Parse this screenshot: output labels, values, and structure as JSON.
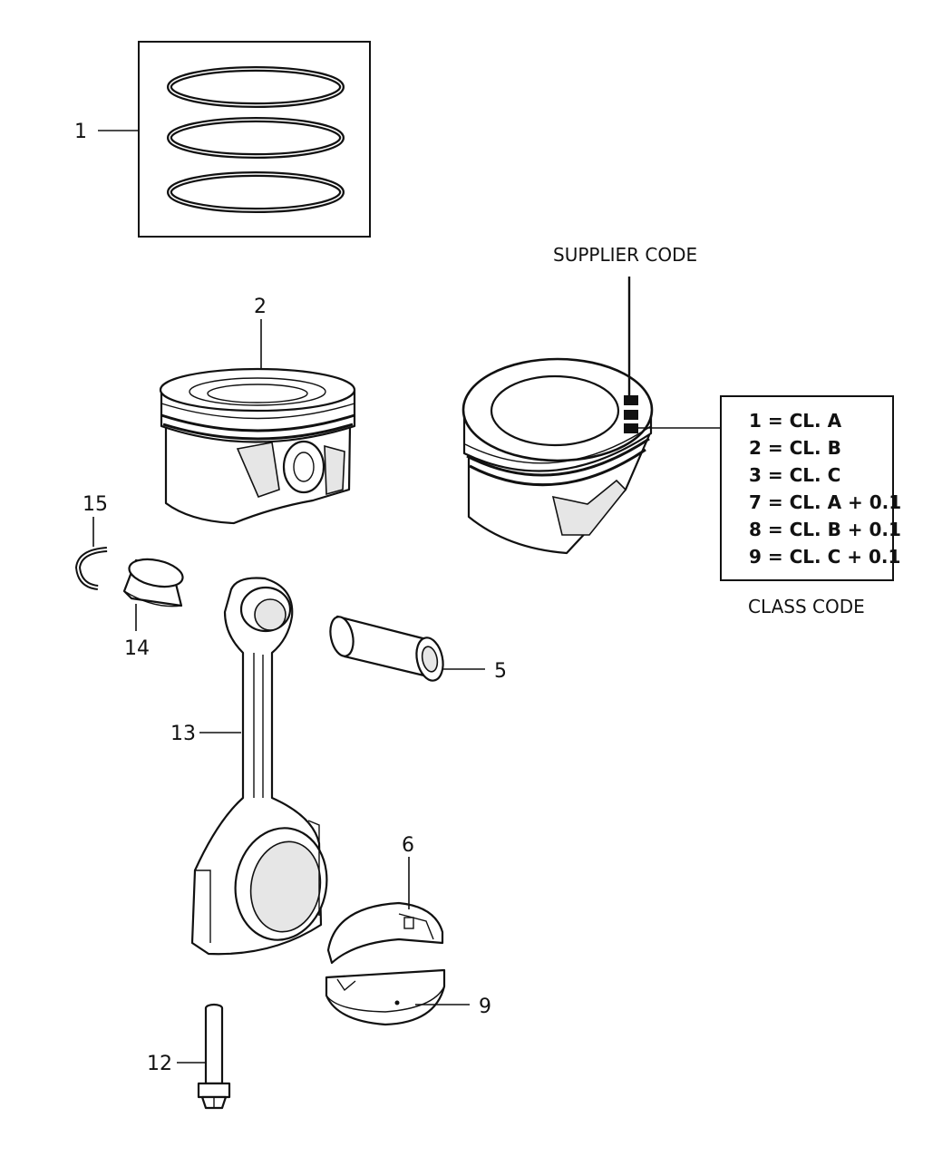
{
  "callouts": {
    "c1": "1",
    "c2": "2",
    "c5": "5",
    "c6": "6",
    "c9": "9",
    "c12": "12",
    "c13": "13",
    "c14": "14",
    "c15": "15"
  },
  "supplier_code_label": "SUPPLIER CODE",
  "class_code_label": "CLASS CODE",
  "class_codes": [
    "1 = CL. A",
    "2 = CL. B",
    "3 = CL. C",
    "7 = CL. A + 0.1",
    "8 = CL. B + 0.1",
    "9 = CL. C + 0.1"
  ]
}
